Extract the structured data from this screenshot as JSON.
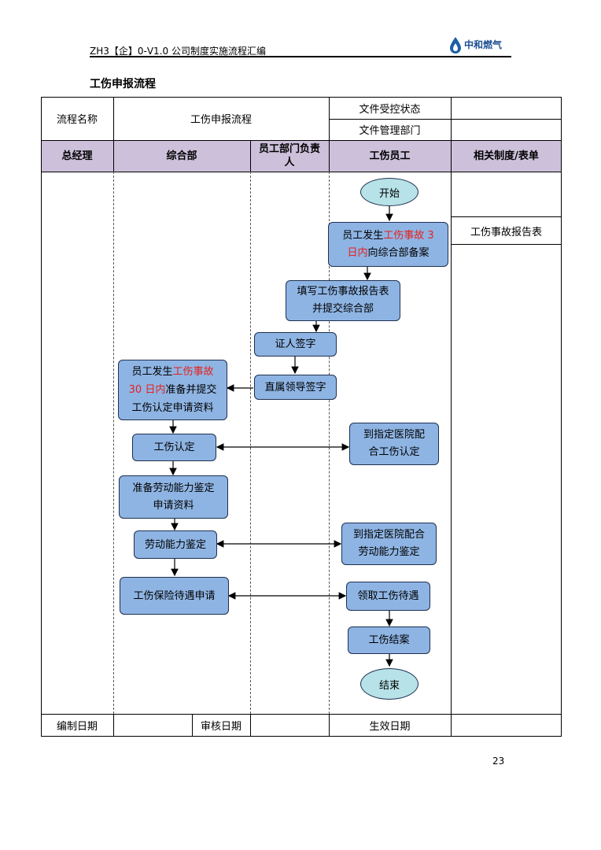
{
  "header": {
    "doc_title": "ZH3【企】0-V1.0 公司制度实施流程汇编",
    "logo_text": "中和燃气"
  },
  "section_title": "工伤申报流程",
  "info": {
    "name_label": "流程名称",
    "name_value": "工伤申报流程",
    "status_label": "文件受控状态",
    "status_value": "",
    "dept_label": "文件管理部门",
    "dept_value": ""
  },
  "lanes": [
    "总经理",
    "综合部",
    "员工部门负责人",
    "工伤员工",
    "相关制度/表单"
  ],
  "lane_3_line1": "员工部门负责",
  "lane_3_line2": "人",
  "related_form": "工伤事故报告表",
  "flow": {
    "start": "开始",
    "report_a": "员工发生",
    "report_b": "工伤事故 3",
    "report_c": "日内",
    "report_d": "向综合部备案",
    "fill_line1": "填写工伤事故报告表",
    "fill_line2": "并提交综合部",
    "witness": "证人签字",
    "leader": "直属领导签字",
    "prep_a": "员工发生",
    "prep_b": "工伤事故",
    "prep_c": "30 日内",
    "prep_d": "准备并提交",
    "prep_e": "工伤认定申请资料",
    "identify": "工伤认定",
    "hospital1_line1": "到指定医院配",
    "hospital1_line2": "合工伤认定",
    "ability_prep_line1": "准备劳动能力鉴定",
    "ability_prep_line2": "申请资料",
    "ability": "劳动能力鉴定",
    "hospital2_line1": "到指定医院配合",
    "hospital2_line2": "劳动能力鉴定",
    "insurance": "工伤保险待遇申请",
    "receive": "领取工伤待遇",
    "close": "工伤结案",
    "end": "结束"
  },
  "footer": {
    "compile_label": "编制日期",
    "review_label": "审核日期",
    "effective_label": "生效日期"
  },
  "page_number": "23",
  "colors": {
    "box_fill": "#8eb4e3",
    "oval_fill": "#b6e2e8",
    "lane_header_fill": "#ccc0da",
    "highlight_red": "#e5211d"
  }
}
